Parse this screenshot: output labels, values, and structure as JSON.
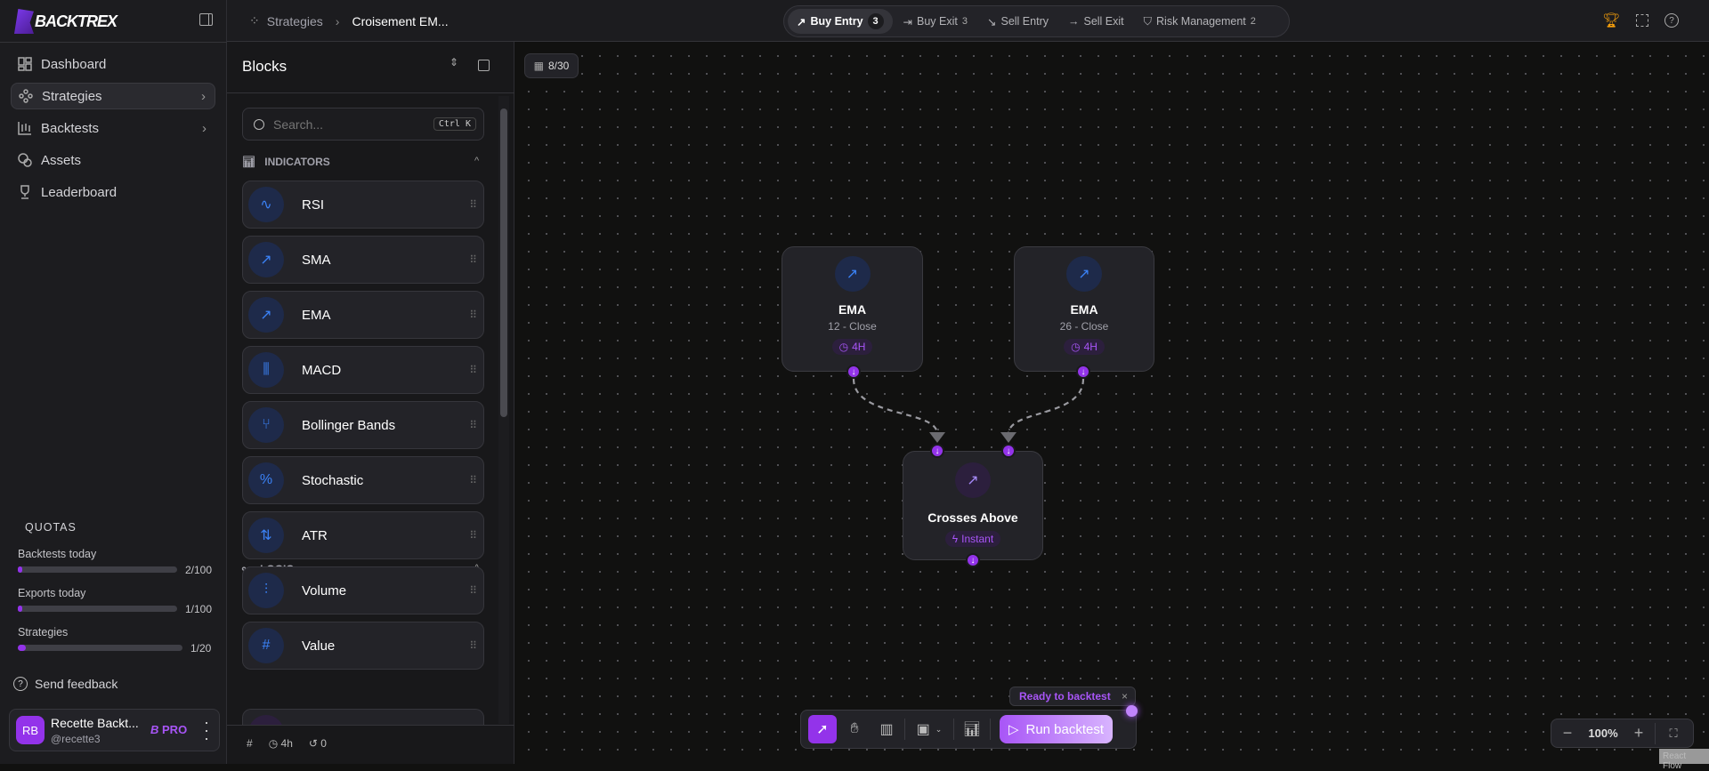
{
  "app": {
    "logo": "BACKTREX"
  },
  "sidebar": {
    "items": [
      {
        "label": "Dashboard"
      },
      {
        "label": "Strategies"
      },
      {
        "label": "Backtests"
      },
      {
        "label": "Assets"
      },
      {
        "label": "Leaderboard"
      }
    ],
    "quotas": {
      "title": "QUOTAS",
      "items": [
        {
          "label": "Backtests today",
          "value": "2/100",
          "fraction": 0.02
        },
        {
          "label": "Exports today",
          "value": "1/100",
          "fraction": 0.01
        },
        {
          "label": "Strategies",
          "value": "1/20",
          "fraction": 0.05
        }
      ]
    },
    "feedback": "Send feedback",
    "user": {
      "initials": "RB",
      "name": "Recette Backt...",
      "handle": "@recette3",
      "plan": "PRO"
    }
  },
  "header": {
    "breadcrumb": [
      "Strategies",
      "Croisement EM..."
    ],
    "tabs": [
      {
        "label": "Buy Entry",
        "count": "3"
      },
      {
        "label": "Buy Exit",
        "count": "3"
      },
      {
        "label": "Sell Entry",
        "count": ""
      },
      {
        "label": "Sell Exit",
        "count": ""
      },
      {
        "label": "Risk Management",
        "count": "2"
      }
    ]
  },
  "blocks": {
    "title": "Blocks",
    "search_placeholder": "Search...",
    "shortcut": "Ctrl K",
    "indicators_label": "INDICATORS",
    "logic_label": "LOGIC",
    "items": [
      {
        "label": "RSI",
        "icon": "activity-icon"
      },
      {
        "label": "SMA",
        "icon": "trend-icon"
      },
      {
        "label": "EMA",
        "icon": "trend-icon"
      },
      {
        "label": "MACD",
        "icon": "bar-chart-icon"
      },
      {
        "label": "Bollinger Bands",
        "icon": "branch-icon"
      },
      {
        "label": "Stochastic",
        "icon": "percent-icon"
      },
      {
        "label": "ATR",
        "icon": "arrows-updown-icon"
      },
      {
        "label": "Volume",
        "icon": "volume-bars-icon"
      },
      {
        "label": "Value",
        "icon": "hash-icon"
      }
    ],
    "footer": {
      "timeframe": "4h",
      "history": "0"
    }
  },
  "canvas": {
    "node_count": "8/30",
    "nodes": [
      {
        "title": "EMA",
        "subtitle": "12 - Close",
        "badge": "4H"
      },
      {
        "title": "EMA",
        "subtitle": "26 - Close",
        "badge": "4H"
      },
      {
        "title": "Crosses Above",
        "badge": "Instant"
      }
    ],
    "status": "Ready to backtest",
    "run_label": "Run backtest",
    "zoom": "100%",
    "attribution": "React Flow"
  },
  "colors": {
    "accent": "#9333ea",
    "indicator": "#3b82f6",
    "warning": "#f59e0b"
  }
}
